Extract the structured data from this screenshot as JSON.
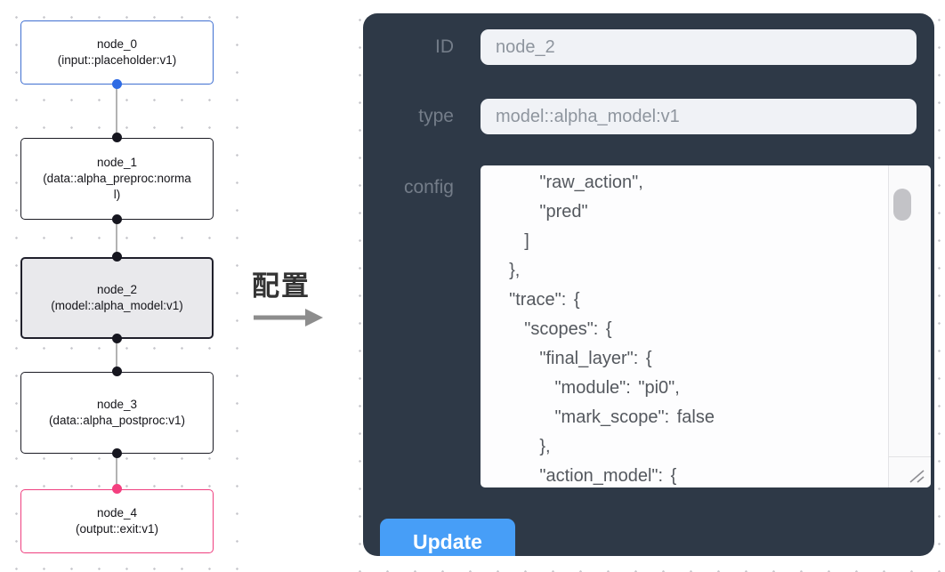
{
  "flowchart": {
    "nodes": [
      {
        "id": "node_0",
        "type_label": "(input::placeholder:v1)",
        "variant": "input"
      },
      {
        "id": "node_1",
        "type_label": "(data::alpha_preproc:normal)",
        "variant": "default"
      },
      {
        "id": "node_2",
        "type_label": "(model::alpha_model:v1)",
        "variant": "selected"
      },
      {
        "id": "node_3",
        "type_label": "(data::alpha_postproc:v1)",
        "variant": "default"
      },
      {
        "id": "node_4",
        "type_label": "(output::exit:v1)",
        "variant": "output"
      }
    ]
  },
  "transition": {
    "label": "配置"
  },
  "config_panel": {
    "fields": [
      {
        "label": "ID",
        "value": "node_2"
      },
      {
        "label": "type",
        "value": "model::alpha_model:v1"
      }
    ],
    "config_label": "config",
    "config_lines": [
      "      \"raw_action\",",
      "      \"pred\"",
      "    ]",
      "  },",
      "  \"trace\": {",
      "    \"scopes\": {",
      "      \"final_layer\": {",
      "        \"module\": \"pi0\",",
      "        \"mark_scope\": false",
      "      },",
      "      \"action_model\": {"
    ],
    "update_button": "Update"
  },
  "colors": {
    "panel_bg": "#2e3947",
    "button_blue": "#479ef7",
    "node_input_border": "#3f6fd1",
    "node_output_border": "#ef3f7f",
    "node_default_border": "#1b1b24",
    "selected_node_fill": "#e9e9ec",
    "input_port_dot": "#2e6be4",
    "output_port_dot": "#f43f7f",
    "edge_gray": "#b3b3b3"
  }
}
